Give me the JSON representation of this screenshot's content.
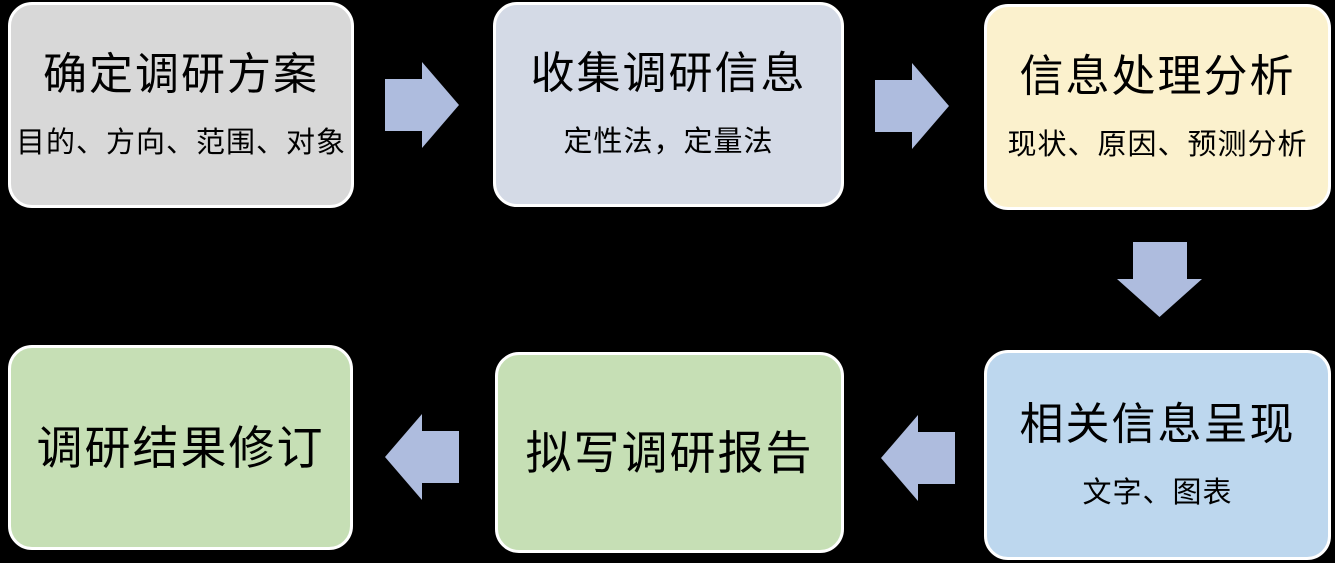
{
  "diagram": {
    "background_color": "#000000",
    "box_border_color": "#ffffff",
    "text_color": "#000000",
    "arrow_color": "#aebcde",
    "steps": [
      {
        "title": "确定调研方案",
        "subtitle": "目的、方向、范围、对象",
        "color": "#d8d8d8"
      },
      {
        "title": "收集调研信息",
        "subtitle": "定性法，定量法",
        "color": "#d4dae6"
      },
      {
        "title": "信息处理分析",
        "subtitle": "现状、原因、预测分析",
        "color": "#fbf1cd"
      },
      {
        "title": "相关信息呈现",
        "subtitle": "文字、图表",
        "color": "#bdd7ee"
      },
      {
        "title": "拟写调研报告",
        "color": "#c6dfb5"
      },
      {
        "title": "调研结果修订",
        "color": "#c6dfb5"
      }
    ],
    "flow": [
      {
        "from": "确定调研方案",
        "to": "收集调研信息",
        "direction": "right"
      },
      {
        "from": "收集调研信息",
        "to": "信息处理分析",
        "direction": "right"
      },
      {
        "from": "信息处理分析",
        "to": "相关信息呈现",
        "direction": "down"
      },
      {
        "from": "相关信息呈现",
        "to": "拟写调研报告",
        "direction": "left"
      },
      {
        "from": "拟写调研报告",
        "to": "调研结果修订",
        "direction": "left"
      }
    ]
  }
}
